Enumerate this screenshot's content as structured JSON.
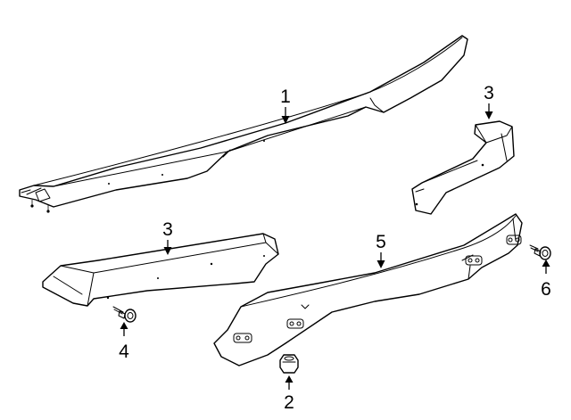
{
  "callouts": [
    {
      "id": "callout-1",
      "label": "1"
    },
    {
      "id": "callout-2",
      "label": "2"
    },
    {
      "id": "callout-3-upper",
      "label": "3"
    },
    {
      "id": "callout-3-lower",
      "label": "3"
    },
    {
      "id": "callout-4",
      "label": "4"
    },
    {
      "id": "callout-5",
      "label": "5"
    },
    {
      "id": "callout-6",
      "label": "6"
    }
  ]
}
